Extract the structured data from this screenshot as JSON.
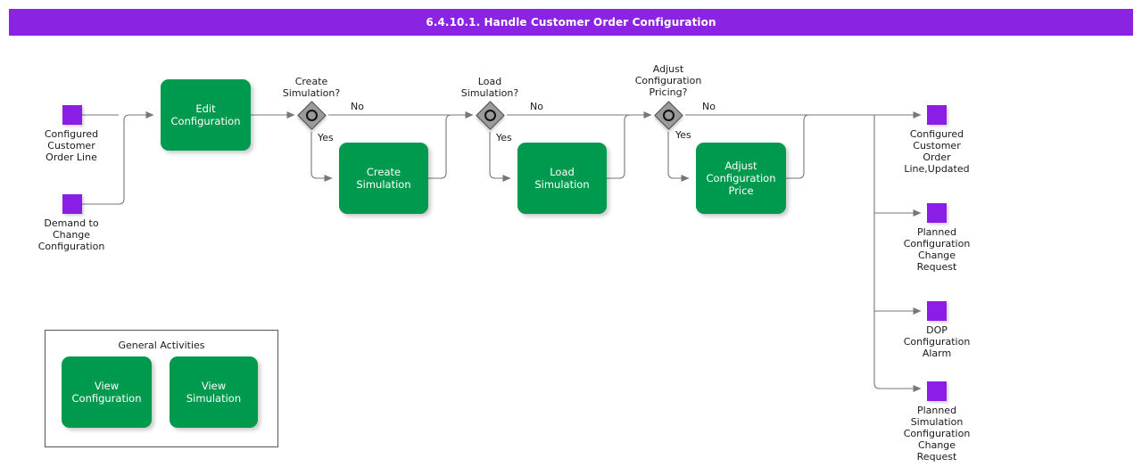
{
  "diagram": {
    "title": "6.4.10.1. Handle Customer Order Configuration",
    "title_bar_color": "#8A24E2",
    "task_color": "#009A4E",
    "data_object_color": "#8A1EE6",
    "gateway_color": "#9A9A9A"
  },
  "inputs": [
    {
      "id": "configured-customer-order-line",
      "label": "Configured\nCustomer\nOrder Line",
      "icon": "data-object-icon"
    },
    {
      "id": "demand-to-change-configuration",
      "label": "Demand to\nChange\nConfiguration",
      "icon": "data-object-icon"
    }
  ],
  "tasks": [
    {
      "id": "edit-configuration",
      "label": "Edit\nConfiguration"
    },
    {
      "id": "create-simulation",
      "label": "Create\nSimulation"
    },
    {
      "id": "load-simulation",
      "label": "Load Simulation"
    },
    {
      "id": "adjust-configuration-price",
      "label": "Adjust\nConfiguration\nPrice"
    }
  ],
  "gateways": [
    {
      "id": "create-simulation-gateway",
      "label": "Create\nSimulation?",
      "yes": "Yes",
      "no": "No"
    },
    {
      "id": "load-simulation-gateway",
      "label": "Load\nSimulation?",
      "yes": "Yes",
      "no": "No"
    },
    {
      "id": "adjust-configuration-pricing-gateway",
      "label": "Adjust\nConfiguration\nPricing?",
      "yes": "Yes",
      "no": "No"
    }
  ],
  "outputs": [
    {
      "id": "configured-customer-order-line-updated",
      "label": "Configured\nCustomer\nOrder\nLine,Updated",
      "icon": "data-object-icon"
    },
    {
      "id": "planned-configuration-change-request",
      "label": "Planned\nConfiguration\nChange\nRequest",
      "icon": "data-object-icon"
    },
    {
      "id": "dop-configuration-alarm",
      "label": "DOP\nConfiguration\nAlarm",
      "icon": "data-object-icon"
    },
    {
      "id": "planned-simulation-configuration-change-request",
      "label": "Planned\nSimulation\nConfiguration\nChange\nRequest",
      "icon": "data-object-icon"
    }
  ],
  "general_activities": {
    "title": "General Activities",
    "tasks": [
      {
        "id": "view-configuration",
        "label": "View\nConfiguration"
      },
      {
        "id": "view-simulation",
        "label": "View Simulation"
      }
    ]
  }
}
